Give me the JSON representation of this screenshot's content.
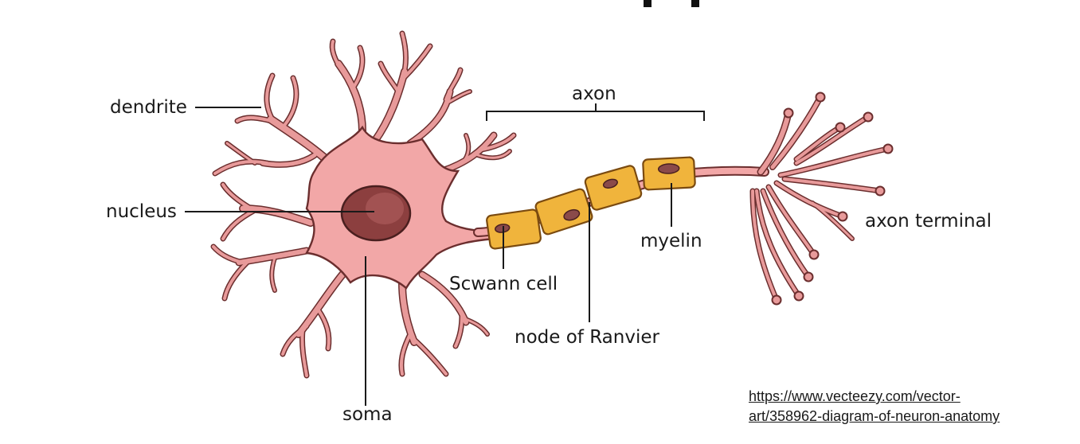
{
  "diagram": {
    "labels": {
      "dendrite": "dendrite",
      "nucleus": "nucleus",
      "soma": "soma",
      "axon": "axon",
      "schwann_cell": "Scwann cell",
      "node_of_ranvier": "node of Ranvier",
      "myelin": "myelin",
      "axon_terminal": "axon terminal"
    },
    "colors": {
      "cell_body": "#f2a7a7",
      "cell_outline": "#6b2e2e",
      "nucleus": "#8c3f3f",
      "myelin": "#f0b43c",
      "label_text": "#1a1a1a"
    }
  },
  "source": {
    "line1": "https://www.vecteezy.com/vector-",
    "line2": "art/358962-diagram-of-neuron-anatomy"
  }
}
